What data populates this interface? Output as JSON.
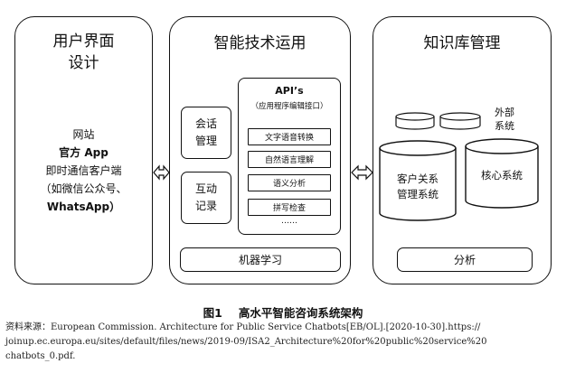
{
  "columns": {
    "ui": {
      "title_line1": "用户界面",
      "title_line2": "设计",
      "items": [
        "网站",
        "官方 App",
        "即时通信客户端",
        "（如微信公众号、",
        "WhatsApp）"
      ]
    },
    "tech": {
      "title": "智能技术运用",
      "session": [
        "会话",
        "管理"
      ],
      "interaction": [
        "互动",
        "记录"
      ],
      "api_title": "API’s",
      "api_subtitle": "（应用程序编辑接口）",
      "api_items": [
        "文字语音转换",
        "自然语言理解",
        "语义分析",
        "拼写检查"
      ],
      "api_more": "……",
      "bottom": "机器学习"
    },
    "kb": {
      "title": "知识库管理",
      "external": [
        "外部",
        "系统"
      ],
      "crm": [
        "客户关系",
        "管理系统"
      ],
      "core": "核心系统",
      "bottom": "分析"
    }
  },
  "caption": {
    "number": "图1",
    "text": "高水平智能咨询系统架构"
  },
  "source": {
    "line1": "资料来源：European Commission. Architecture for Public Service Chatbots[EB/OL].[2020-10-30].https://",
    "line2": "joinup.ec.europa.eu/sites/default/files/news/2019-09/ISA2_Architecture%20for%20public%20service%20",
    "line3": "chatbots_0.pdf."
  }
}
